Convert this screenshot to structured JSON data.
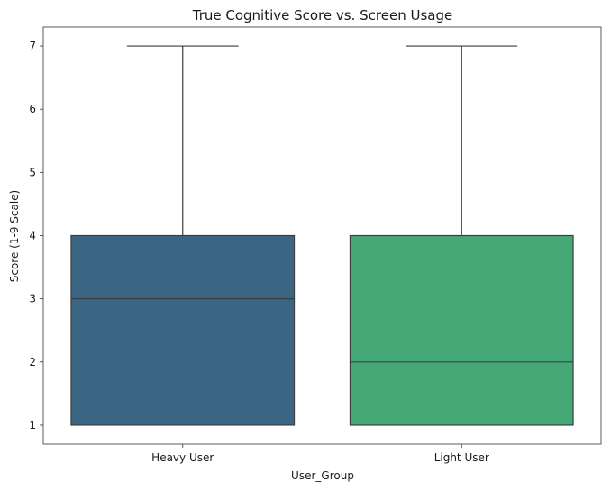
{
  "chart_data": {
    "type": "boxplot",
    "title": "True Cognitive Score vs. Screen Usage",
    "xlabel": "User_Group",
    "ylabel": "Score (1-9 Scale)",
    "categories": [
      "Heavy User",
      "Light User"
    ],
    "yticks": [
      "1",
      "2",
      "3",
      "4",
      "5",
      "6",
      "7"
    ],
    "ylim": [
      0.7,
      7.3
    ],
    "grid": false,
    "legend": "none",
    "boxes": [
      {
        "category": "Heavy User",
        "whisker_low": 1,
        "q1": 1,
        "median": 3,
        "q3": 4,
        "whisker_high": 7,
        "color": "#3b6683"
      },
      {
        "category": "Light User",
        "whisker_low": 1,
        "q1": 1,
        "median": 2,
        "q3": 4,
        "whisker_high": 7,
        "color": "#44a877"
      }
    ]
  }
}
